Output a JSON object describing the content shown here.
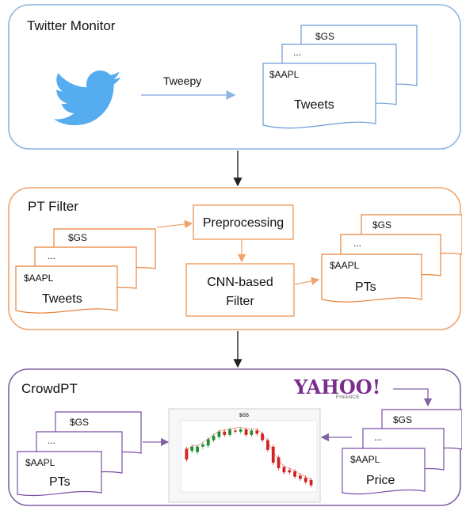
{
  "panels": {
    "twitter": {
      "title": "Twitter Monitor",
      "arrow_label": "Tweepy",
      "docs": {
        "back": "$GS",
        "middle": "...",
        "front_tag": "$AAPL",
        "front_label": "Tweets"
      }
    },
    "filter": {
      "title": "PT Filter",
      "input_docs": {
        "back": "$GS",
        "middle": "...",
        "front_tag": "$AAPL",
        "front_label": "Tweets"
      },
      "preprocessing": "Preprocessing",
      "cnn_line1": "CNN-based",
      "cnn_line2": "Filter",
      "output_docs": {
        "back": "$GS",
        "middle": "...",
        "front_tag": "$AAPL",
        "front_label": "PTs"
      }
    },
    "crowd": {
      "title": "CrowdPT",
      "yahoo_logo": "YAHOO!",
      "yahoo_sub": "FINANCE",
      "pts_docs": {
        "back": "$GS",
        "middle": "...",
        "front_tag": "$AAPL",
        "front_label": "PTs"
      },
      "price_docs": {
        "back": "$GS",
        "middle": "...",
        "front_tag": "$AAPL",
        "front_label": "Price"
      },
      "chart_title": "$GS"
    }
  },
  "colors": {
    "twitter_border": "#8eb4e3",
    "twitter_bird": "#55acee",
    "filter_border": "#f0a36b",
    "crowd_border": "#8064a2",
    "yahoo": "#7b2d8e",
    "candle_up": "#1d8f2c",
    "candle_down": "#d62020"
  },
  "chart_data": {
    "type": "candlestick",
    "title": "$GS",
    "series": [
      {
        "o": 168,
        "c": 158
      },
      {
        "o": 166,
        "c": 170
      },
      {
        "o": 165,
        "c": 170
      },
      {
        "o": 170,
        "c": 172
      },
      {
        "o": 171,
        "c": 177
      },
      {
        "o": 176,
        "c": 180
      },
      {
        "o": 179,
        "c": 184
      },
      {
        "o": 184,
        "c": 181
      },
      {
        "o": 181,
        "c": 186
      },
      {
        "o": 185,
        "c": 184
      },
      {
        "o": 184,
        "c": 186
      },
      {
        "o": 186,
        "c": 181
      },
      {
        "o": 181,
        "c": 185
      },
      {
        "o": 185,
        "c": 182
      },
      {
        "o": 182,
        "c": 176
      },
      {
        "o": 176,
        "c": 167
      },
      {
        "o": 170,
        "c": 155
      },
      {
        "o": 160,
        "c": 150
      },
      {
        "o": 151,
        "c": 146
      },
      {
        "o": 148,
        "c": 146
      },
      {
        "o": 147,
        "c": 142
      },
      {
        "o": 143,
        "c": 140
      },
      {
        "o": 141,
        "c": 137
      },
      {
        "o": 139,
        "c": 134
      }
    ],
    "ylim": [
      130,
      192
    ]
  }
}
